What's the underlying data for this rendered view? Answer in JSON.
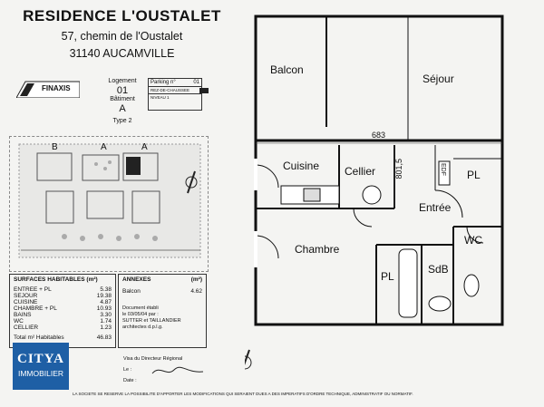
{
  "header": {
    "residence": "RESIDENCE L'OUSTALET",
    "address": "57, chemin de l'Oustalet",
    "city": "31140 AUCAMVILLE"
  },
  "brand": {
    "name": "FINAXIS"
  },
  "info": {
    "logement_label": "Logement",
    "logement_value": "01",
    "batiment_label": "Bâtiment",
    "batiment_value": "A",
    "type": "Type 2",
    "parking_label": "Parking n°",
    "parking_value": "01",
    "levels": [
      "REZ-DE-CHAUSSEE",
      "NIVEAU 1"
    ]
  },
  "site_plan": {
    "labels": [
      "B",
      "A",
      "A"
    ]
  },
  "surfaces": {
    "title": "SURFACES HABITABLES (m²)",
    "rows": [
      {
        "label": "ENTREE + PL",
        "value": "5.38"
      },
      {
        "label": "SEJOUR",
        "value": "19.38"
      },
      {
        "label": "CUISINE",
        "value": "4.87"
      },
      {
        "label": "CHAMBRE + PL",
        "value": "10.93"
      },
      {
        "label": "BAINS",
        "value": "3.30"
      },
      {
        "label": "WC",
        "value": "1.74"
      },
      {
        "label": "CELLIER",
        "value": "1.23"
      }
    ],
    "total_label": "Total m² Habitables",
    "total_value": "46.83"
  },
  "annexes": {
    "title": "ANNEXES",
    "unit": "(m²)",
    "balcon_label": "Balcon",
    "balcon_value": "4.62",
    "doc_lines": [
      "Document établi",
      "le 03/05/04 par :",
      "SUTTER et TAILLANDIER",
      "architectes  d.p.l.g."
    ]
  },
  "visa": {
    "director": "Visa du Directeur Régional",
    "le": "Le :",
    "date": "Date :"
  },
  "citya": {
    "name": "CITYA",
    "sub": "IMMOBILIER"
  },
  "disclaimer": "LA SOCIETE SE RESERVE LA POSSIBILITE D'APPORTER LES MODIFICATIONS QUI SERAIENT DUES A DES IMPERATIFS D'ORDRE TECHNIQUE, ADMINISTRATIF OU NORMATIF.",
  "plan": {
    "rooms": {
      "balcon": "Balcon",
      "sejour": "Séjour",
      "cuisine": "Cuisine",
      "cellier": "Cellier",
      "edf": "EDF",
      "pl1": "PL",
      "entree": "Entrée",
      "wc": "WC",
      "chambre": "Chambre",
      "pl2": "PL",
      "sdb": "SdB"
    },
    "dims": {
      "width": "683",
      "depth": "801,5"
    }
  }
}
